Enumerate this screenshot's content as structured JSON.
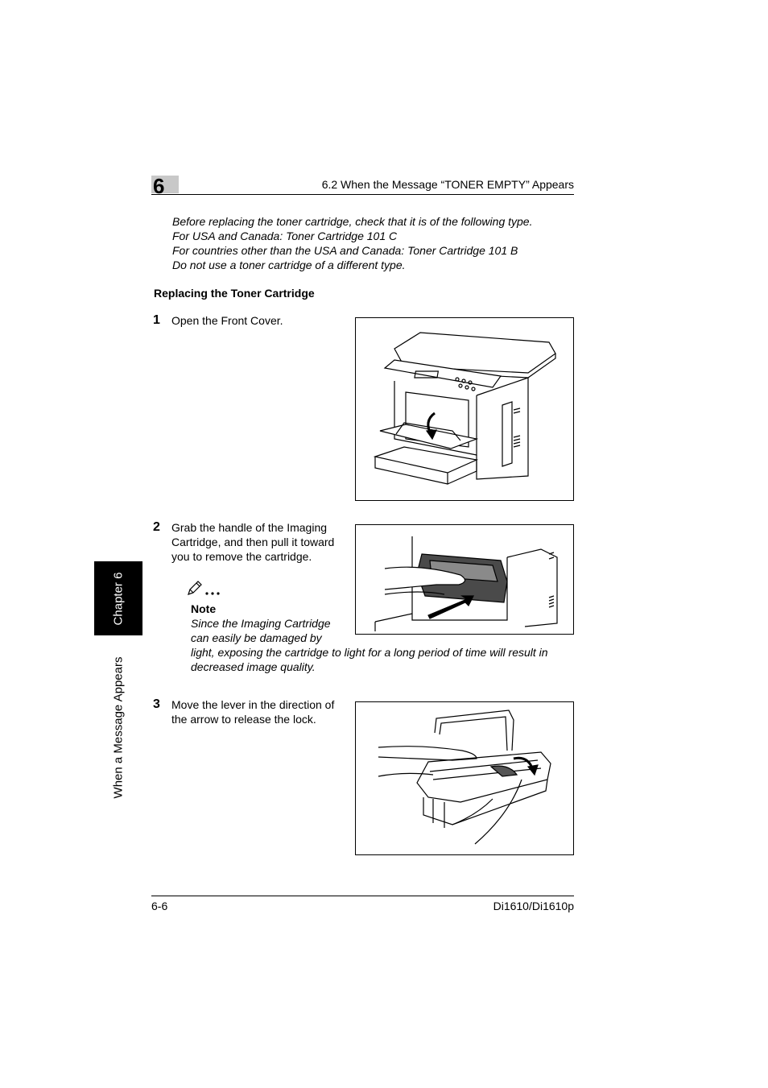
{
  "header": {
    "chapter_number": "6",
    "section_title": "6.2 When the Message “TONER EMPTY” Appears"
  },
  "intro": {
    "lines": [
      "Before replacing the toner cartridge, check that it is of the following type.",
      "For USA and Canada: Toner Cartridge 101 C",
      "For countries other than the USA and Canada: Toner Cartridge 101 B",
      "Do not use a toner cartridge of a different type."
    ]
  },
  "section_heading": "Replacing the Toner Cartridge",
  "steps": [
    {
      "number": "1",
      "text": "Open the Front Cover."
    },
    {
      "number": "2",
      "text": "Grab the handle of the Imaging Cartridge, and then pull it toward you to remove the cartridge."
    },
    {
      "number": "3",
      "text": "Move the lever in the direction of the arrow to release the lock."
    }
  ],
  "note": {
    "label": "Note",
    "lines": [
      "Since the Imaging Cartridge",
      "can easily be damaged by",
      "light, exposing the cartridge to light for a long period of time will result in",
      "decreased image quality."
    ]
  },
  "side_tab": {
    "chapter_label": "Chapter 6",
    "section_label": "When a Message Appears"
  },
  "footer": {
    "page_number": "6-6",
    "model": "Di1610/Di1610p"
  },
  "icons": [
    "pencil-note-icon"
  ]
}
